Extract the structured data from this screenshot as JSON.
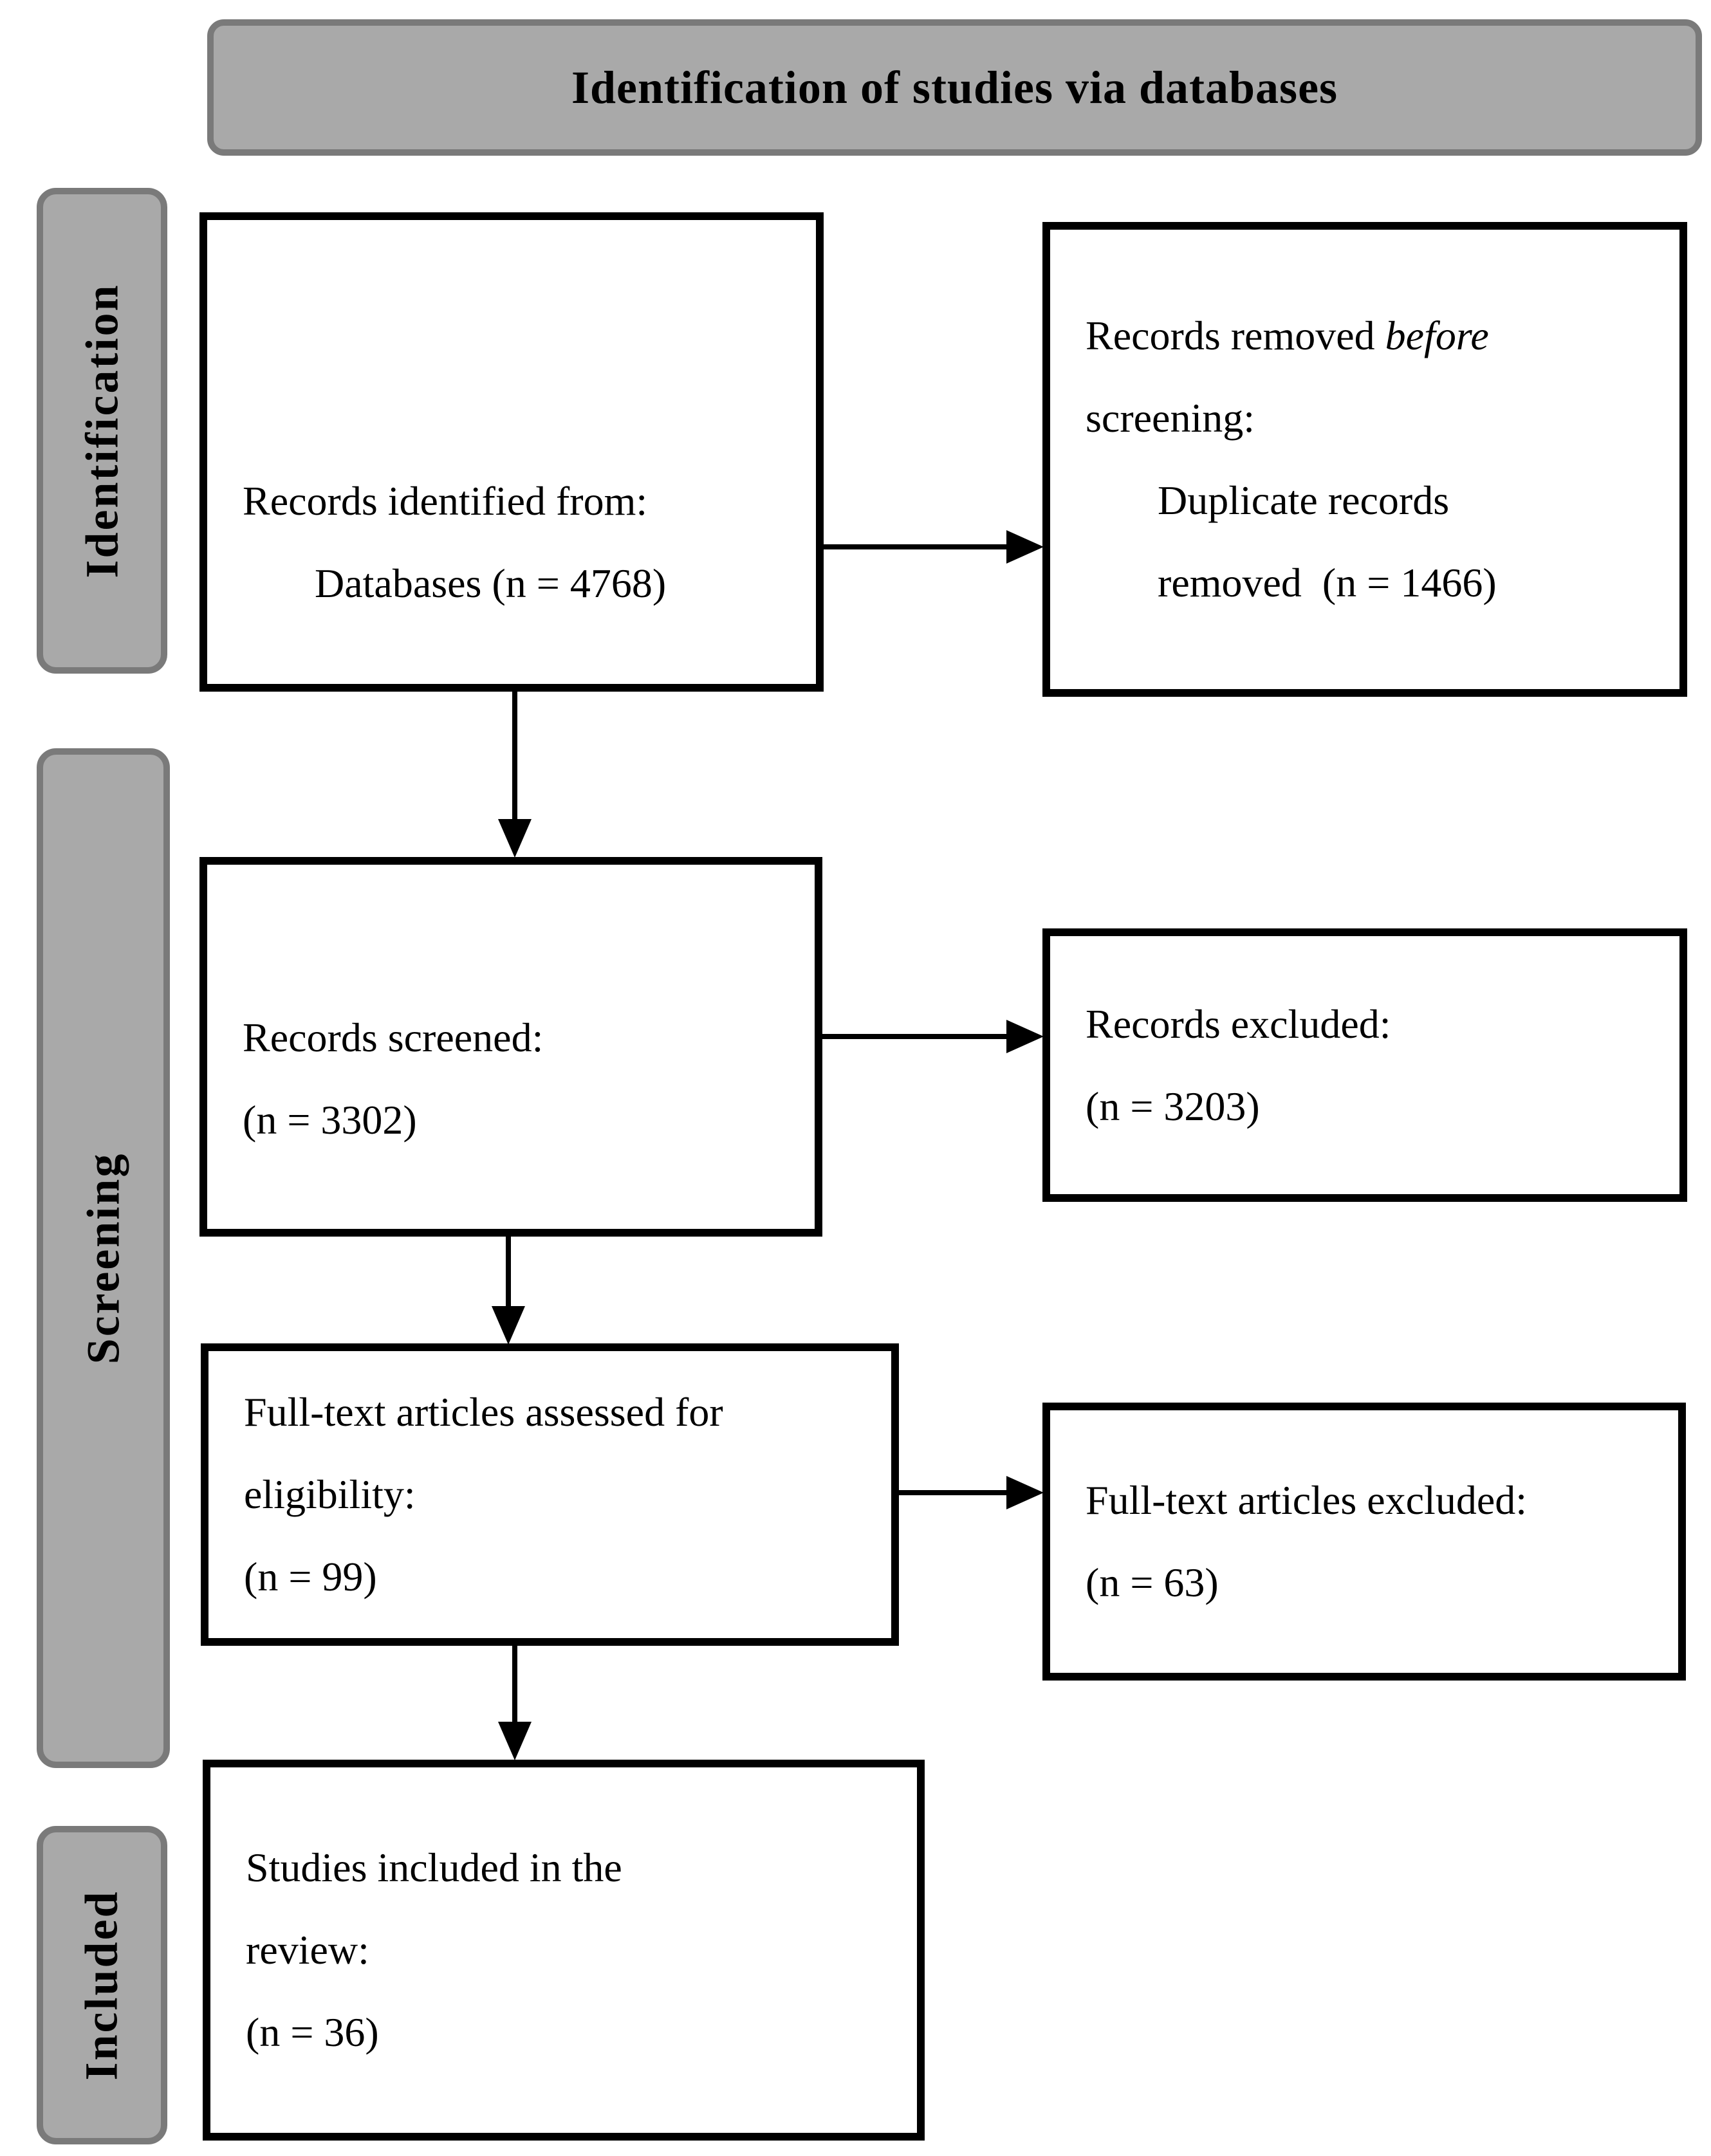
{
  "banner": {
    "title": "Identification of studies via databases"
  },
  "stages": [
    {
      "label": "Identification"
    },
    {
      "label": "Screening"
    },
    {
      "label": "Included"
    }
  ],
  "boxes": {
    "records_identified": {
      "line1": "Records identified from:",
      "line2": "Databases (n = 4768)"
    },
    "records_removed": {
      "line1_text": "Records removed ",
      "line1_italic": "before",
      "line2": "screening:",
      "line3": "Duplicate records",
      "line4": "removed  (n = 1466)"
    },
    "records_screened": {
      "line1": "Records screened:",
      "line2": "(n = 3302)"
    },
    "records_excluded": {
      "line1": "Records excluded:",
      "line2": "(n = 3203)"
    },
    "fulltext_assessed": {
      "line1": "Full-text articles assessed for",
      "line2": "eligibility:",
      "line3": "(n = 99)"
    },
    "fulltext_excluded": {
      "line1": "Full-text articles excluded:",
      "line2": "(n = 63)"
    },
    "studies_included": {
      "line1": "Studies included in the",
      "line2": "review:",
      "line3": "(n = 36)"
    }
  },
  "colors": {
    "panel_fill": "#a9a9a9",
    "panel_border": "#7a7a7a",
    "box_border": "#000000"
  }
}
